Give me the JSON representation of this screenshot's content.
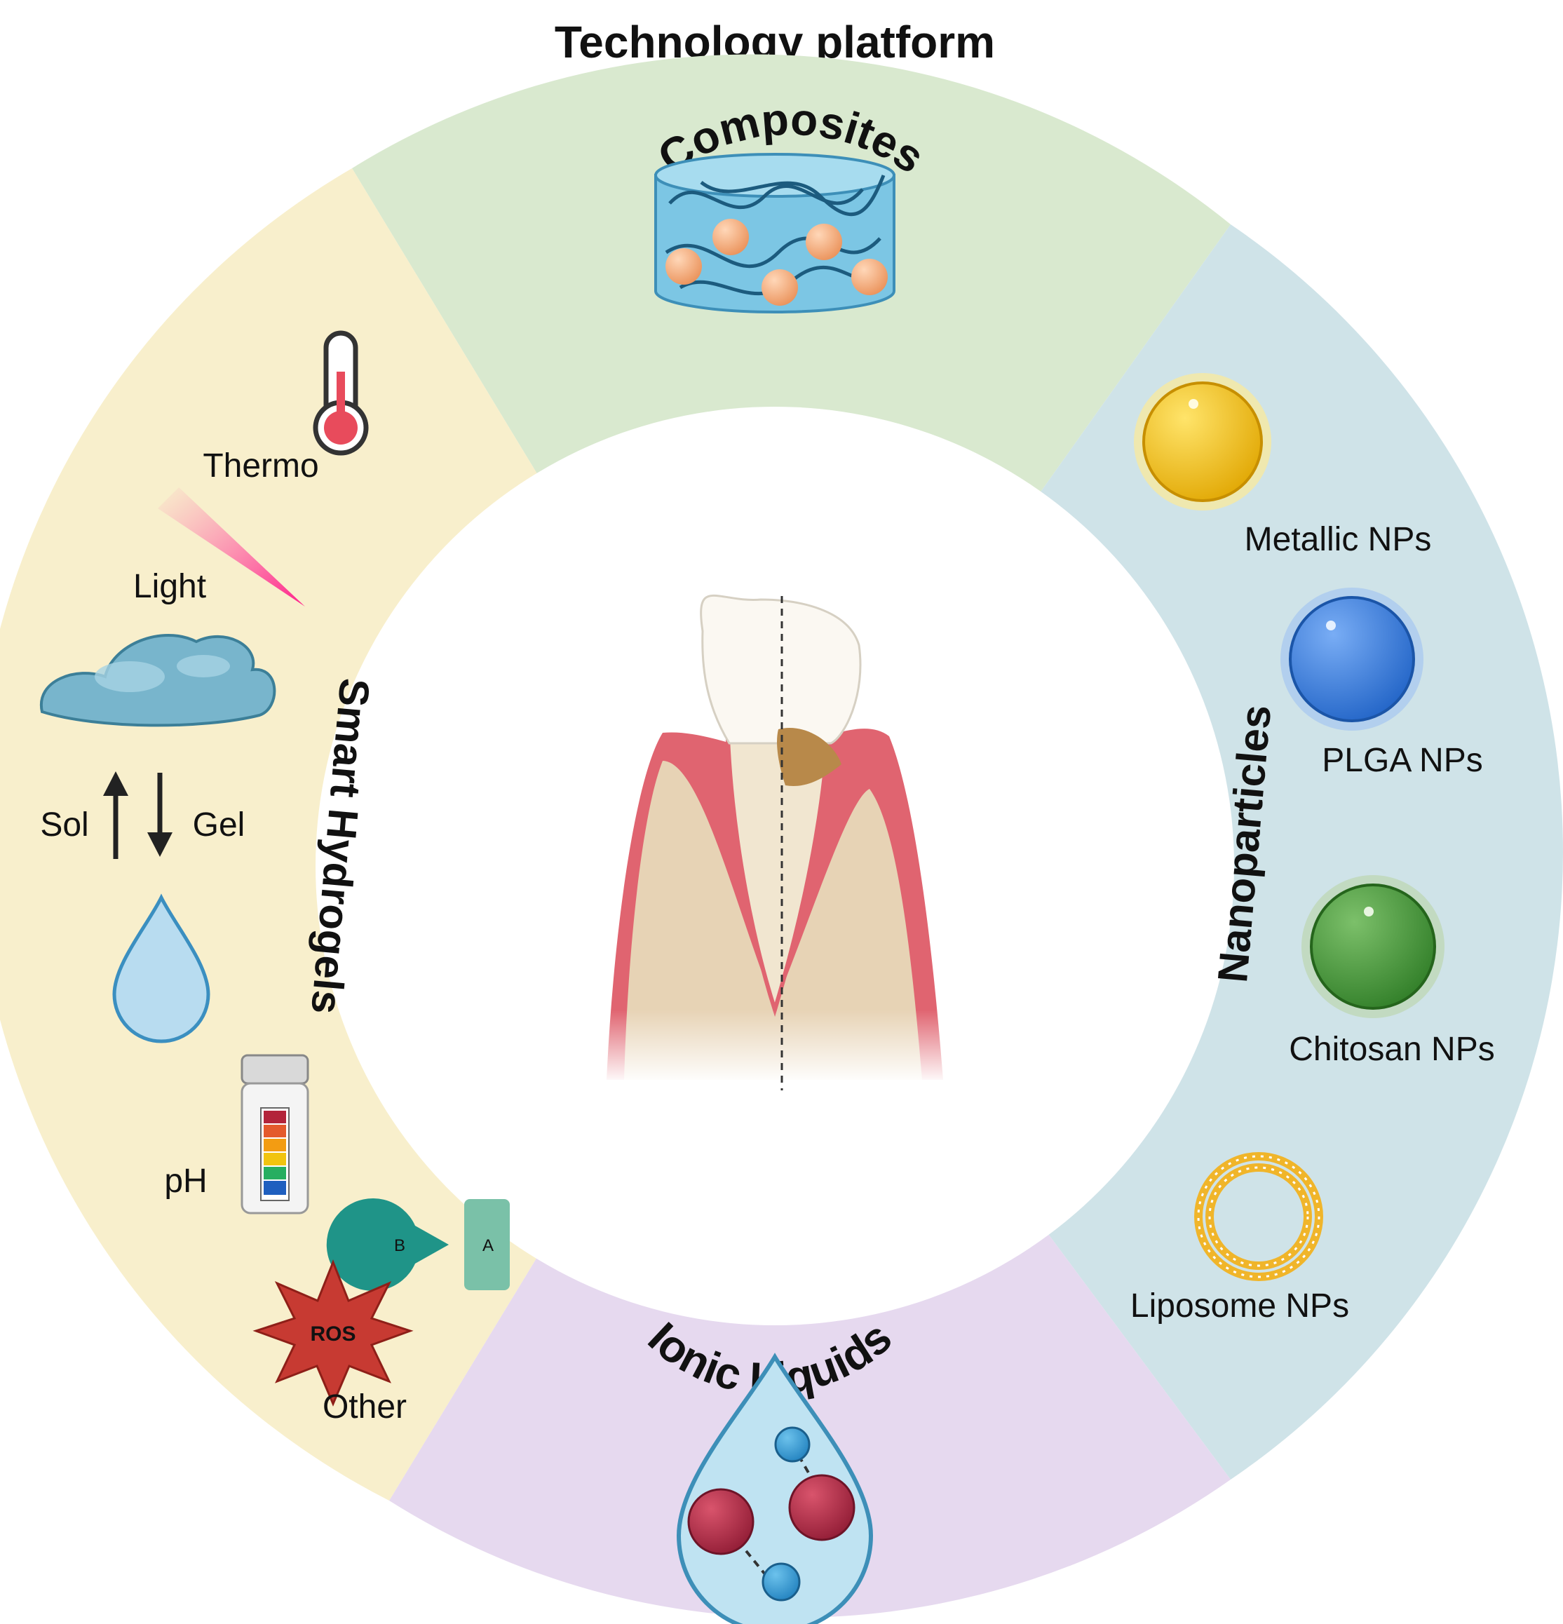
{
  "title": "Technology platform",
  "colors": {
    "title": "#6aa84f",
    "composites": "#d9e9cf",
    "nanoparticles": "#cfe3e8",
    "ionic_liquids": "#e6d9ef",
    "smart_hydrogels": "#f8efcc",
    "metallic": "#f1c40f",
    "plga": "#3b7fd9",
    "chitosan": "#4a9a3a",
    "liposome": "#f0b52a",
    "ros": "#c0392b",
    "enzyme": "#1f9488",
    "gum": "#e06470",
    "bone": "#e7d3b5"
  },
  "sectors": {
    "composites": "Composites",
    "nanoparticles": "Nanoparticles",
    "ionic_liquids": "Ionic Liquids",
    "smart_hydrogels": "Smart Hydrogels"
  },
  "nanoparticles": {
    "metallic": "Metallic NPs",
    "plga": "PLGA NPs",
    "chitosan": "Chitosan NPs",
    "liposome": "Liposome NPs"
  },
  "stimuli": {
    "thermo": "Thermo",
    "light": "Light",
    "sol": "Sol",
    "gel": "Gel",
    "ph": "pH",
    "other": "Other",
    "ros": "ROS",
    "enzyme_a": "A",
    "enzyme_b": "B"
  }
}
